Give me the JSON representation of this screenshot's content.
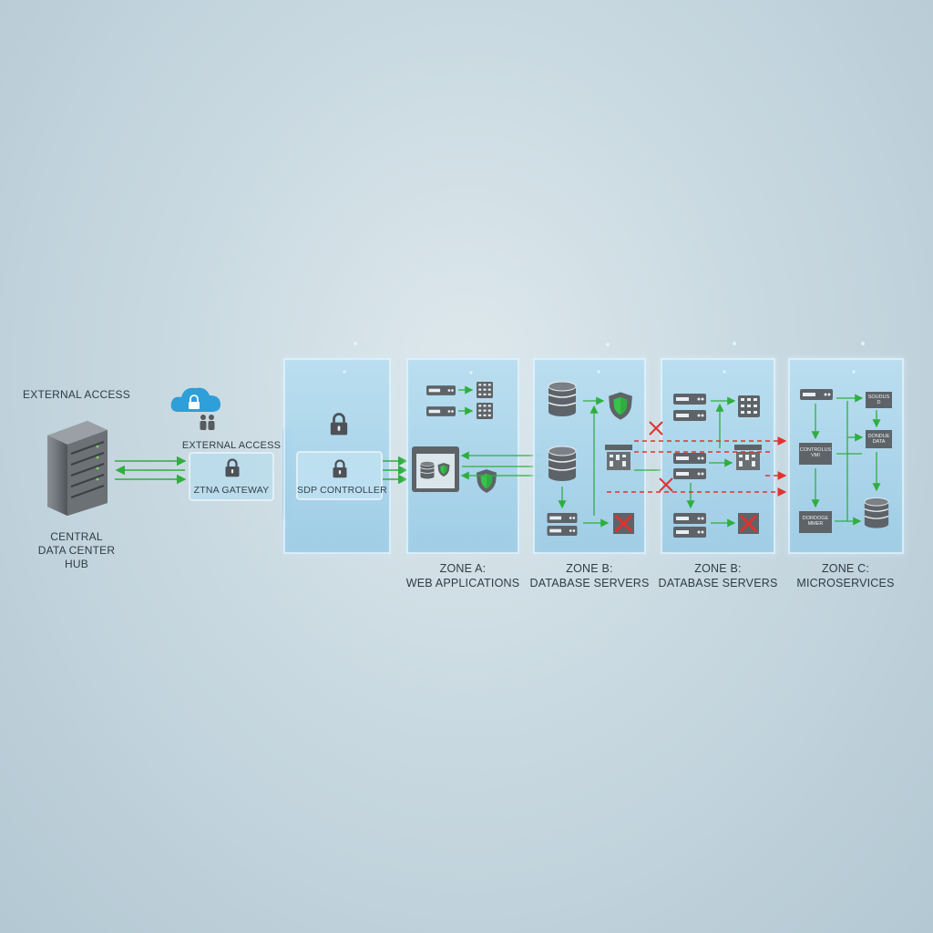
{
  "hub": {
    "top_label": "EXTERNAL ACCESS",
    "label": "CENTRAL\nDATA CENTER\nHUB"
  },
  "gateway": {
    "top_label": "EXTERNAL ACCESS",
    "box_label": "ZTNA GATEWAY"
  },
  "sdp": {
    "box_label": "SDP CONTROLLER"
  },
  "zones": [
    {
      "title": "ZONE A:",
      "subtitle": "WEB APPLICATIONS"
    },
    {
      "title": "ZONE B:",
      "subtitle": "DATABASE SERVERS"
    },
    {
      "title": "ZONE B:",
      "subtitle": "DATABASE SERVERS"
    },
    {
      "title": "ZONE C:",
      "subtitle": "MICROSERVICES"
    }
  ],
  "micro_labels": {
    "a": "SOUDUS\nD",
    "b": "DONDUE\nDATA",
    "c": "CONTROLUS\nVMI",
    "d": "DORDOGE\nMMER"
  },
  "colors": {
    "allowed": "#2fae3f",
    "denied": "#e0322e",
    "panel": "#a9d4ea",
    "barrier": "#2d8fe0",
    "icon": "#5e6368"
  }
}
